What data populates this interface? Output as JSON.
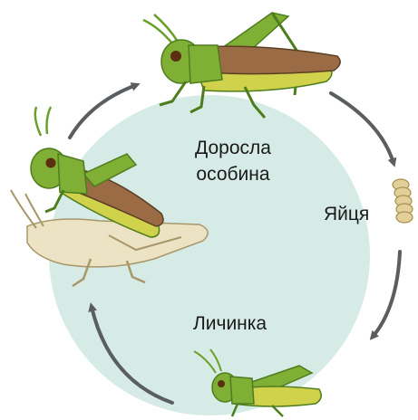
{
  "labels": {
    "adult_line1": "Доросла",
    "adult_line2": "особина",
    "eggs": "Яйця",
    "nymph": "Личинка"
  },
  "colors": {
    "circle_fill": "#d6ebe6",
    "arrow": "#5b5e60",
    "body_green": "#7faf34",
    "body_dark_green": "#4e7d1e",
    "wing_brown": "#9a6b45",
    "belly_yellow": "#cfd24a",
    "exuvia": "#ece3c4",
    "egg": "#e2cf9a"
  }
}
